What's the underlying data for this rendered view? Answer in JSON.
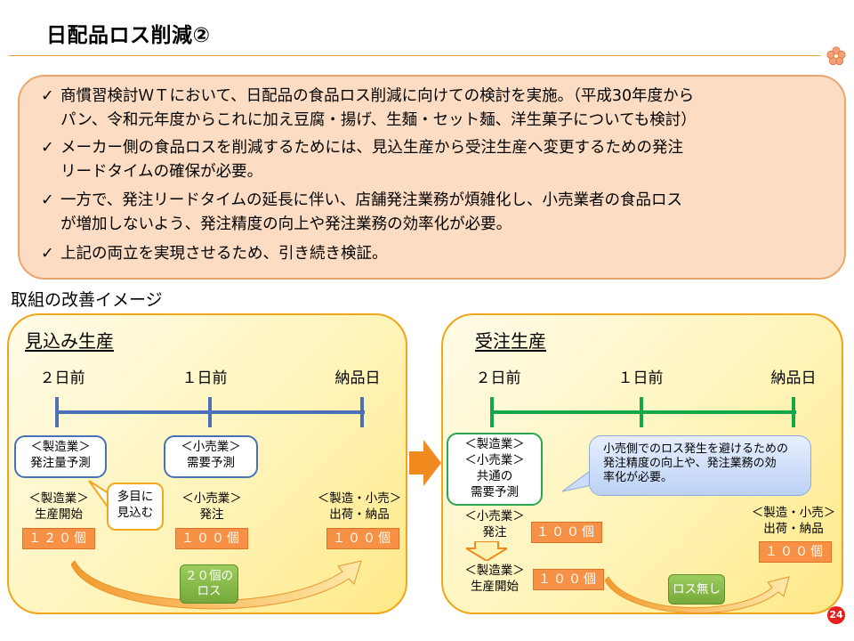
{
  "slide": {
    "title": "日配品ロス削減②",
    "page_number": "24"
  },
  "summary": {
    "bullets": [
      {
        "mark": "✓",
        "line1": "商慣習検討ＷＴにおいて、日配品の食品ロス削減に向けての検討を実施。（平成30年度から",
        "line2": "パン、令和元年度からこれに加え豆腐・揚げ、生麺・セット麺、洋生菓子についても検討）"
      },
      {
        "mark": "✓",
        "line1": "メーカー側の食品ロスを削減するためには、見込生産から受注生産へ変更するための発注",
        "line2": "リードタイムの確保が必要。"
      },
      {
        "mark": "✓",
        "line1": "一方で、発注リードタイムの延長に伴い、店舗発注業務が煩雑化し、小売業者の食品ロス",
        "line2": "が増加しないよう、発注精度の向上や発注業務の効率化が必要。"
      },
      {
        "mark": "✓",
        "line1": "上記の両立を実現させるため、引き続き検証。",
        "line2": ""
      }
    ]
  },
  "section_heading": "取組の改善イメージ",
  "left_panel": {
    "title": "見込み生産",
    "days": [
      "２日前",
      "１日前",
      "納品日"
    ],
    "box_maker": {
      "line1": "＜製造業＞",
      "line2": "発注量予測"
    },
    "box_retail": {
      "line1": "＜小売業＞",
      "line2": "需要予測"
    },
    "note": {
      "line1": "多目に",
      "line2": "見込む"
    },
    "col1": {
      "line1": "＜製造業＞",
      "line2": "生産開始",
      "qty": "１２０個"
    },
    "col2": {
      "line1": "＜小売業＞",
      "line2": "発注",
      "qty": "１００個"
    },
    "col3": {
      "line1": "＜製造・小売＞",
      "line2": "出荷・納品",
      "qty": "１００個"
    },
    "loss_tag": {
      "line1": "２０個の",
      "line2": "ロス"
    }
  },
  "right_panel": {
    "title": "受注生産",
    "days": [
      "２日前",
      "１日前",
      "納品日"
    ],
    "box_common": {
      "line1": "＜製造業＞",
      "line2": "＜小売業＞",
      "line3": "共通の",
      "line4": "需要予測"
    },
    "callout": {
      "line1": "小売側でのロス発生を避けるための",
      "line2": "発注精度の向上や、発注業務の効",
      "line3": "率化が必要。"
    },
    "order": {
      "line1": "＜小売業＞",
      "line2": "発注",
      "qty": "１００個"
    },
    "production": {
      "line1": "＜製造業＞",
      "line2": "生産開始",
      "qty": "１００個"
    },
    "delivery": {
      "line1": "＜製造・小売＞",
      "line2": "出荷・納品",
      "qty": "１００個"
    },
    "no_loss_tag": "ロス無し"
  },
  "colors": {
    "left_timeline": "#4a70b8",
    "right_timeline": "#12a84a",
    "quantity_box": "#f79145",
    "panel_border": "#f1a51a",
    "summary_fill": "#fcdcc2",
    "arrow_orange": "#f08a1e"
  },
  "icons": [
    "check-icon",
    "flower-logo-icon",
    "right-arrow-icon",
    "down-arrow-icon",
    "curved-arrow-icon"
  ]
}
